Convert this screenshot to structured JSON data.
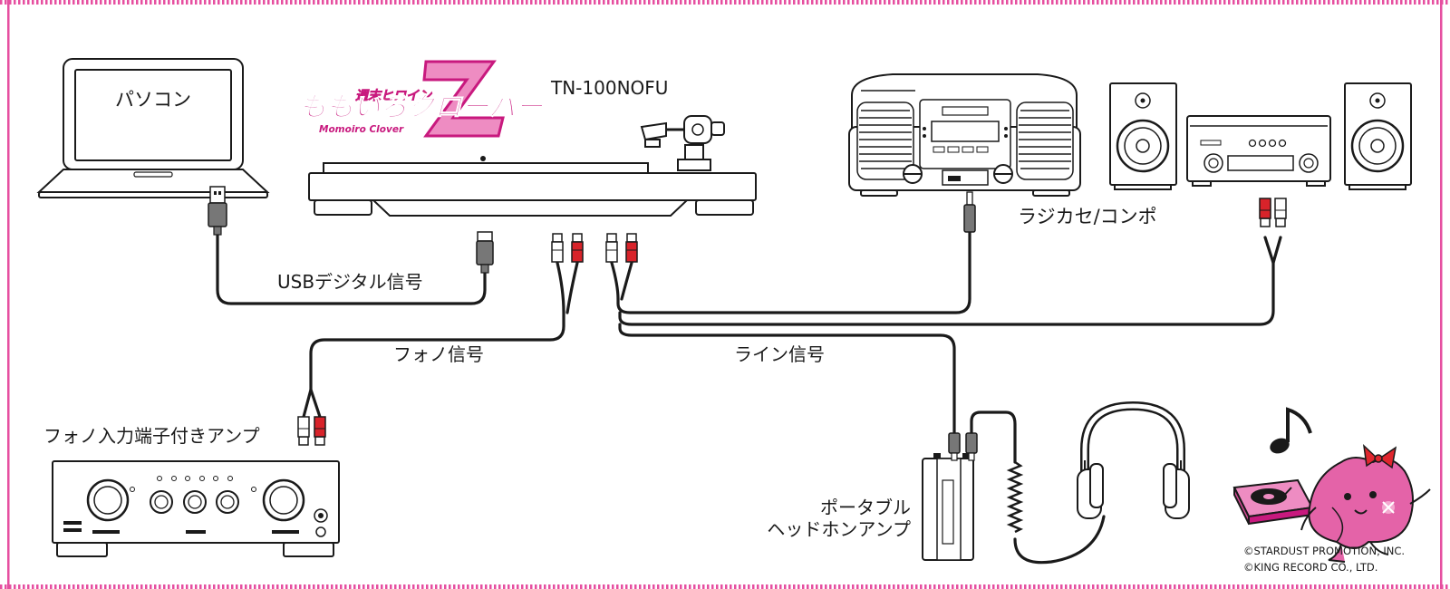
{
  "model_name": "TN-100NOFU",
  "logo": {
    "top": "週末ヒロイン",
    "main": "ももいろクローバー",
    "letter": "Z",
    "sub": "Momoiro Clover",
    "colors": {
      "magenta": "#c8197e",
      "pink": "#ee8cc2",
      "gold": "#f4c43a"
    }
  },
  "devices": {
    "pc": "パソコン",
    "radio": "ラジカセ/コンポ",
    "amp": "フォノ入力端子付きアンプ",
    "portable_amp_line1": "ポータブル",
    "portable_amp_line2": "ヘッドホンアンプ"
  },
  "signals": {
    "usb": "USBデジタル信号",
    "phono": "フォノ信号",
    "line": "ライン信号"
  },
  "copyright": {
    "line1": "©STARDUST PROMOTION, INC.",
    "line2": "©KING RECORD CO., LTD."
  },
  "colors": {
    "border": "#e64fa0",
    "line": "#1a1a1a",
    "rca_red": "#d8232a",
    "rca_white": "#ffffff",
    "mascot_pink": "#e463a8",
    "bow_red": "#e0262e"
  }
}
